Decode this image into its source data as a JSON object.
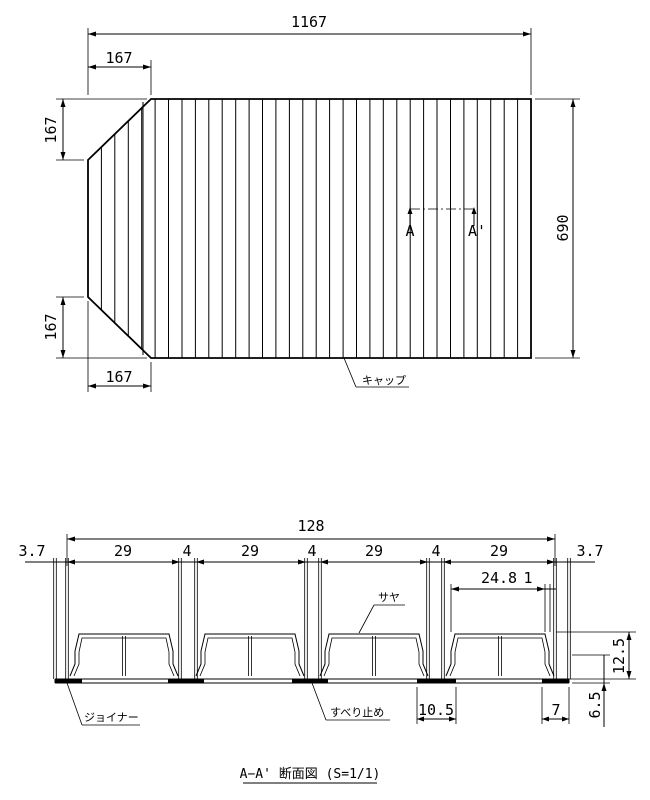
{
  "top_view": {
    "overall_width": "1167",
    "corner_width_top": "167",
    "corner_height_top": "167",
    "corner_height_bottom": "167",
    "corner_width_bottom": "167",
    "overall_height": "690",
    "section_mark_left": "A",
    "section_mark_right": "A'",
    "cap_label": "キャップ",
    "panel_count": 33
  },
  "section_view": {
    "overall_width": "128",
    "edge_left": "3.7",
    "edge_right": "3.7",
    "panel_widths": [
      "29",
      "29",
      "29",
      "29"
    ],
    "gaps": [
      "4",
      "4",
      "4"
    ],
    "inner_width": "24.8",
    "wall": "1",
    "height": "12.5",
    "foot_height": "6.5",
    "foot_width_a": "10.5",
    "foot_width_b": "7",
    "sheath_label": "サヤ",
    "joiner_label": "ジョイナー",
    "nonslip_label": "すべり止め",
    "title": "A−A' 断面図 (S=1/1)"
  }
}
